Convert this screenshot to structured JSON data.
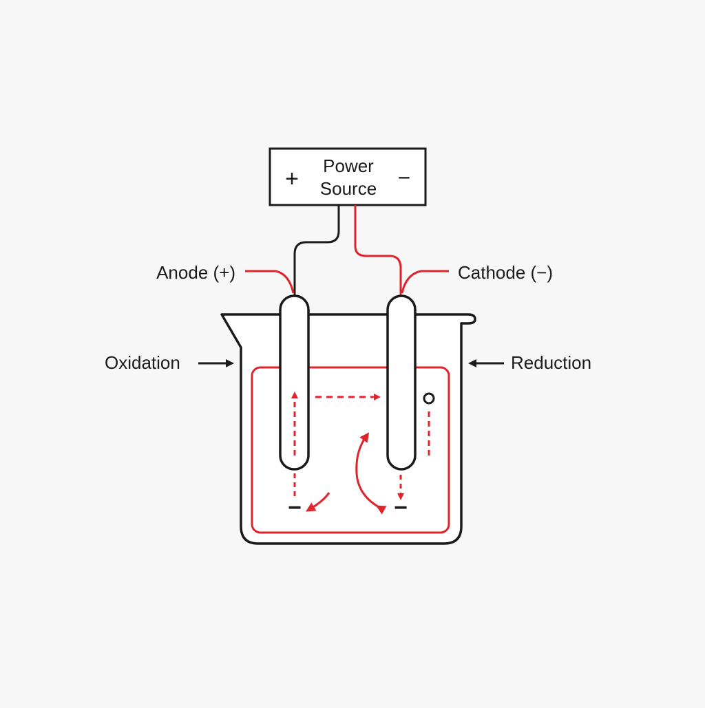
{
  "colors": {
    "background": "#f7f7f7",
    "ink": "#1a1a1a",
    "accent_red": "#e0242b"
  },
  "power_source": {
    "line1": "Power",
    "line2": "Source",
    "plus_symbol": "+",
    "minus_symbol": "−"
  },
  "labels": {
    "anode": "Anode (+)",
    "cathode": "Cathode (−)",
    "oxidation": "Oxidation",
    "reduction": "Reduction"
  },
  "ion_marks": {
    "left": "−",
    "right": "−"
  }
}
